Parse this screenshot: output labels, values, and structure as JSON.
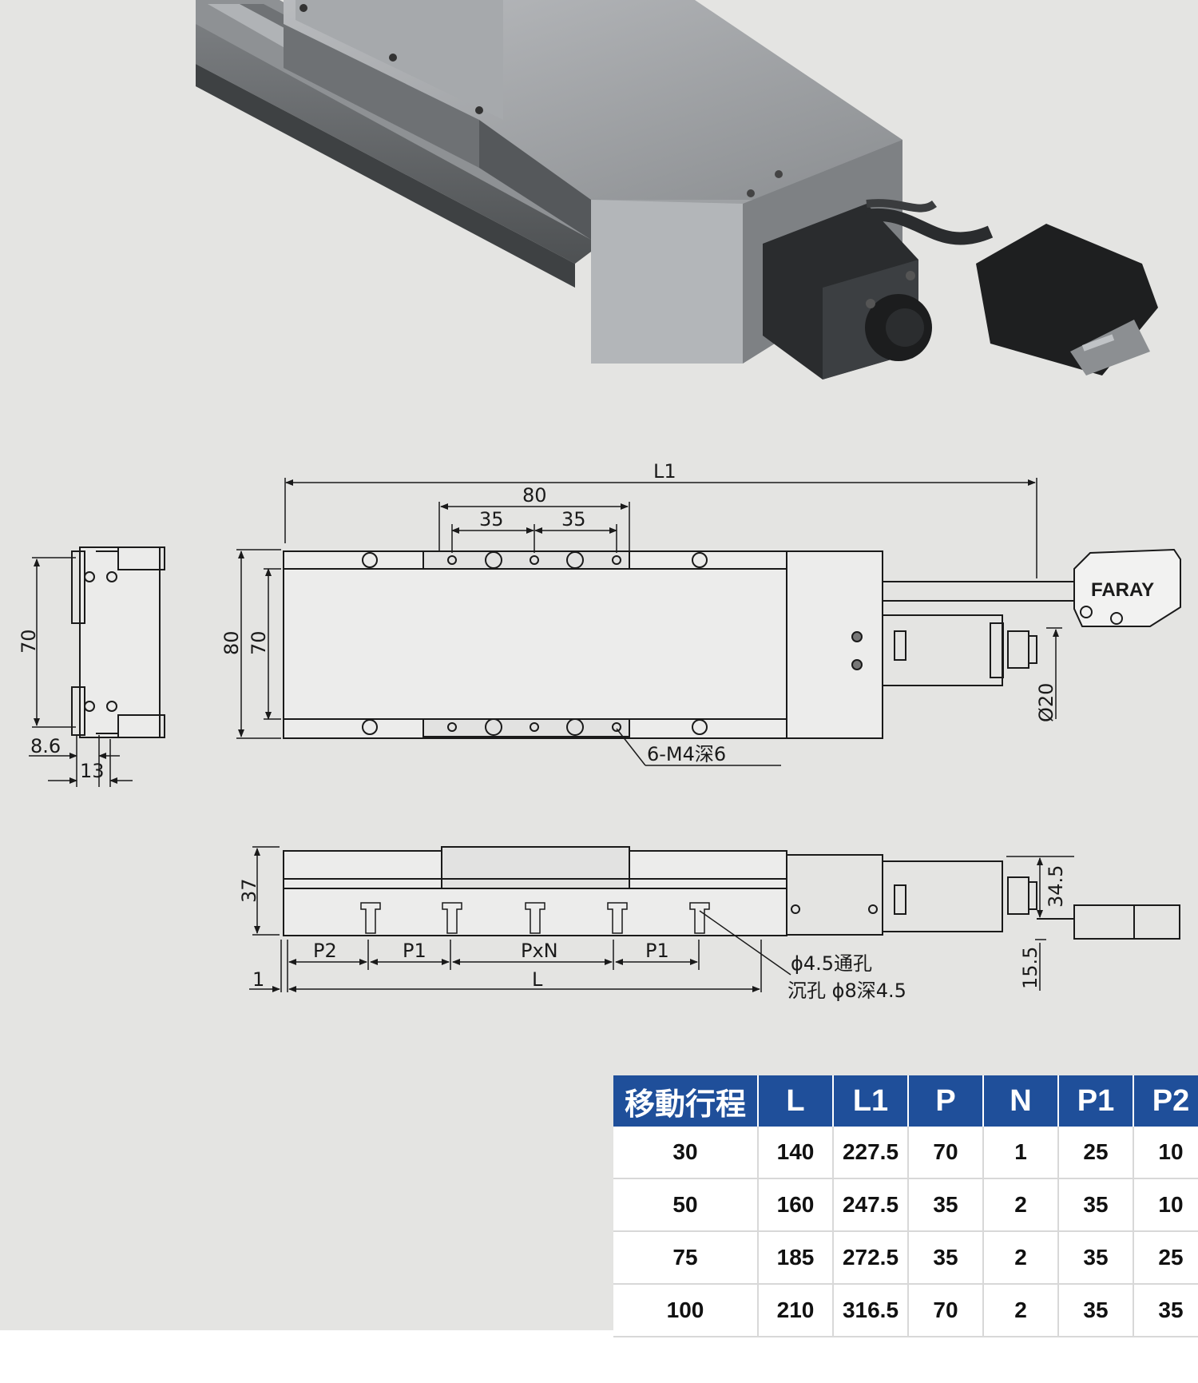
{
  "product_3d_view": {
    "alt": "motorized linear stage with stepper motor and cable connector"
  },
  "labels": {
    "l1": "L1",
    "top_80": "80",
    "top_35a": "35",
    "top_35b": "35",
    "side_70": "70",
    "side_8_6": "8.6",
    "side_13": "13",
    "main_80": "80",
    "main_70": "70",
    "mount_holes": "6-M4深6",
    "diam_20": "Ø20",
    "brand": "FARAY",
    "front_37": "37",
    "p2": "P2",
    "p1a": "P1",
    "pxn": "PxN",
    "p1b": "P1",
    "dim_1": "1",
    "dim_L": "L",
    "thru_hole": "ϕ4.5通孔",
    "cbore": "沉孔 ϕ8深4.5",
    "dim_34_5": "34.5",
    "dim_15_5": "15.5"
  },
  "table": {
    "headers": [
      "移動行程",
      "L",
      "L1",
      "P",
      "N",
      "P1",
      "P2"
    ],
    "rows": [
      [
        "30",
        "140",
        "227.5",
        "70",
        "1",
        "25",
        "10"
      ],
      [
        "50",
        "160",
        "247.5",
        "35",
        "2",
        "35",
        "10"
      ],
      [
        "75",
        "185",
        "272.5",
        "35",
        "2",
        "35",
        "25"
      ],
      [
        "100",
        "210",
        "316.5",
        "70",
        "2",
        "35",
        "35"
      ]
    ]
  },
  "colors": {
    "background": "#e4e4e2",
    "table_header": "#1f4f9a",
    "line": "#1a1a1a"
  }
}
